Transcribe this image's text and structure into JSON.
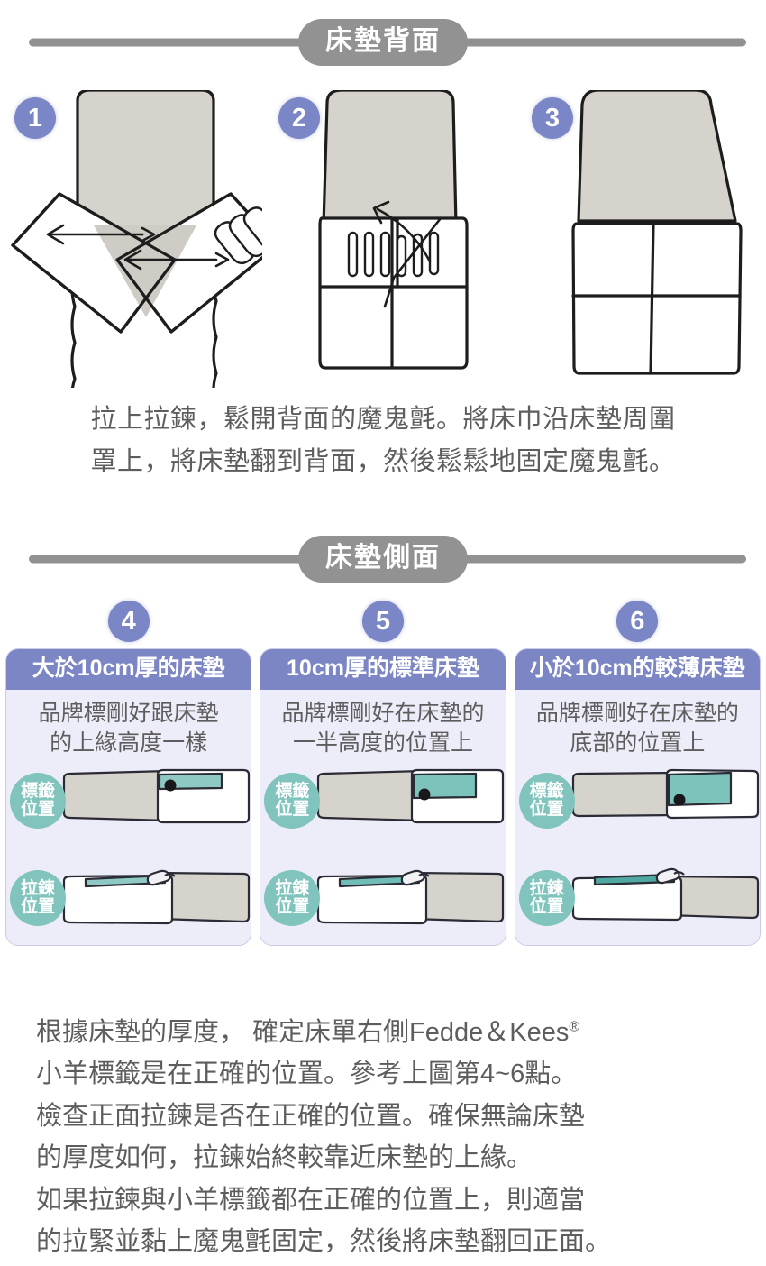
{
  "sections": [
    {
      "title": "床墊背面"
    },
    {
      "title": "床墊側面"
    }
  ],
  "steps_top": [
    {
      "number": "1"
    },
    {
      "number": "2"
    },
    {
      "number": "3"
    }
  ],
  "paragraph_top": [
    "拉上拉鍊，鬆開背面的魔鬼氈。將床巾沿床墊周圍",
    "罩上，將床墊翻到背面，然後鬆鬆地固定魔鬼氈。"
  ],
  "cards": [
    {
      "number": "4",
      "heading": "大於10cm厚的床墊",
      "description": [
        "品牌標剛好跟床墊",
        "的上緣高度一樣"
      ],
      "label_badge": [
        "標籤",
        "位置"
      ],
      "zipper_badge": [
        "拉鍊",
        "位置"
      ]
    },
    {
      "number": "5",
      "heading": "10cm厚的標準床墊",
      "description": [
        "品牌標剛好在床墊的",
        "一半高度的位置上"
      ],
      "label_badge": [
        "標籤",
        "位置"
      ],
      "zipper_badge": [
        "拉鍊",
        "位置"
      ]
    },
    {
      "number": "6",
      "heading": "小於10cm的較薄床墊",
      "description": [
        "品牌標剛好在床墊的",
        "底部的位置上"
      ],
      "label_badge": [
        "標籤",
        "位置"
      ],
      "zipper_badge": [
        "拉鍊",
        "位置"
      ]
    }
  ],
  "paragraph_bottom": [
    "根據床墊的厚度， 確定床單右側Fedde＆Kees",
    "小羊標籤是在正確的位置。參考上圖第4~6點。",
    "檢查正面拉鍊是否在正確的位置。確保無論床墊",
    "的厚度如何，拉鍊始終較靠近床墊的上緣。",
    "如果拉鍊與小羊標籤都在正確的位置上，則適當",
    "的拉緊並黏上魔鬼氈固定，然後將床墊翻回正面。"
  ],
  "registered_mark": "®",
  "colors": {
    "accent_purple": "#7c86c4",
    "badge_teal": "#81c4bd",
    "divider_gray": "#929292",
    "card_bg": "#ededf9",
    "mattress_gray": "#d6d3cc",
    "label_teal": "#8ec9c3",
    "text_gray": "#5d5d5d"
  }
}
